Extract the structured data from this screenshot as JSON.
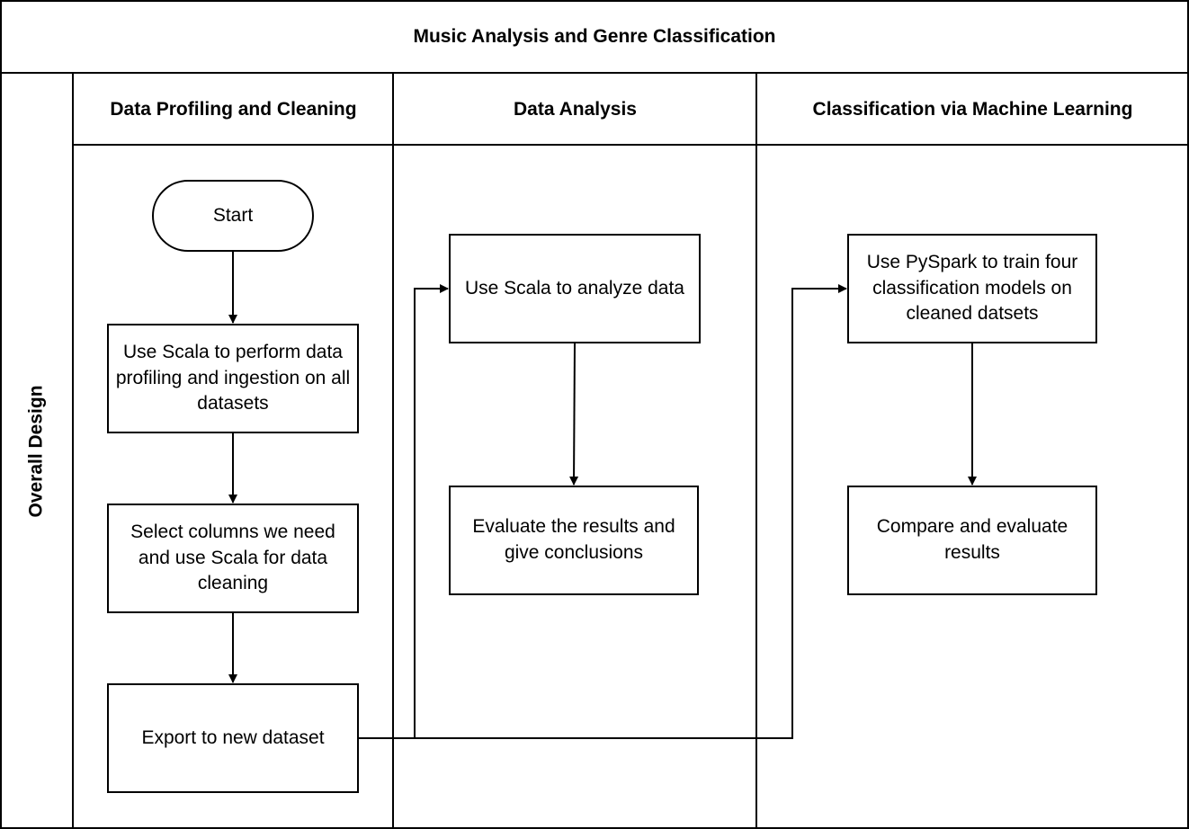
{
  "diagram": {
    "title": "Music Analysis and Genre Classification",
    "row_label": "Overall Design",
    "lanes": [
      {
        "name": "Data Profiling and Cleaning"
      },
      {
        "name": "Data Analysis"
      },
      {
        "name": "Classification via Machine Learning"
      }
    ],
    "nodes": {
      "start": "Start",
      "profiling": "Use Scala to perform data profiling and ingestion on all datasets",
      "cleaning": "Select columns we need and use Scala for data cleaning",
      "export": "Export to new dataset",
      "analyze": "Use Scala to analyze data",
      "conclusions": "Evaluate the results and give conclusions",
      "train": "Use PySpark to train four classification models on cleaned datsets",
      "compare": "Compare and evaluate results"
    },
    "edges": [
      {
        "from": "start",
        "to": "profiling"
      },
      {
        "from": "profiling",
        "to": "cleaning"
      },
      {
        "from": "cleaning",
        "to": "export"
      },
      {
        "from": "export",
        "to": "analyze"
      },
      {
        "from": "export",
        "to": "train"
      },
      {
        "from": "analyze",
        "to": "conclusions"
      },
      {
        "from": "train",
        "to": "compare"
      }
    ]
  }
}
